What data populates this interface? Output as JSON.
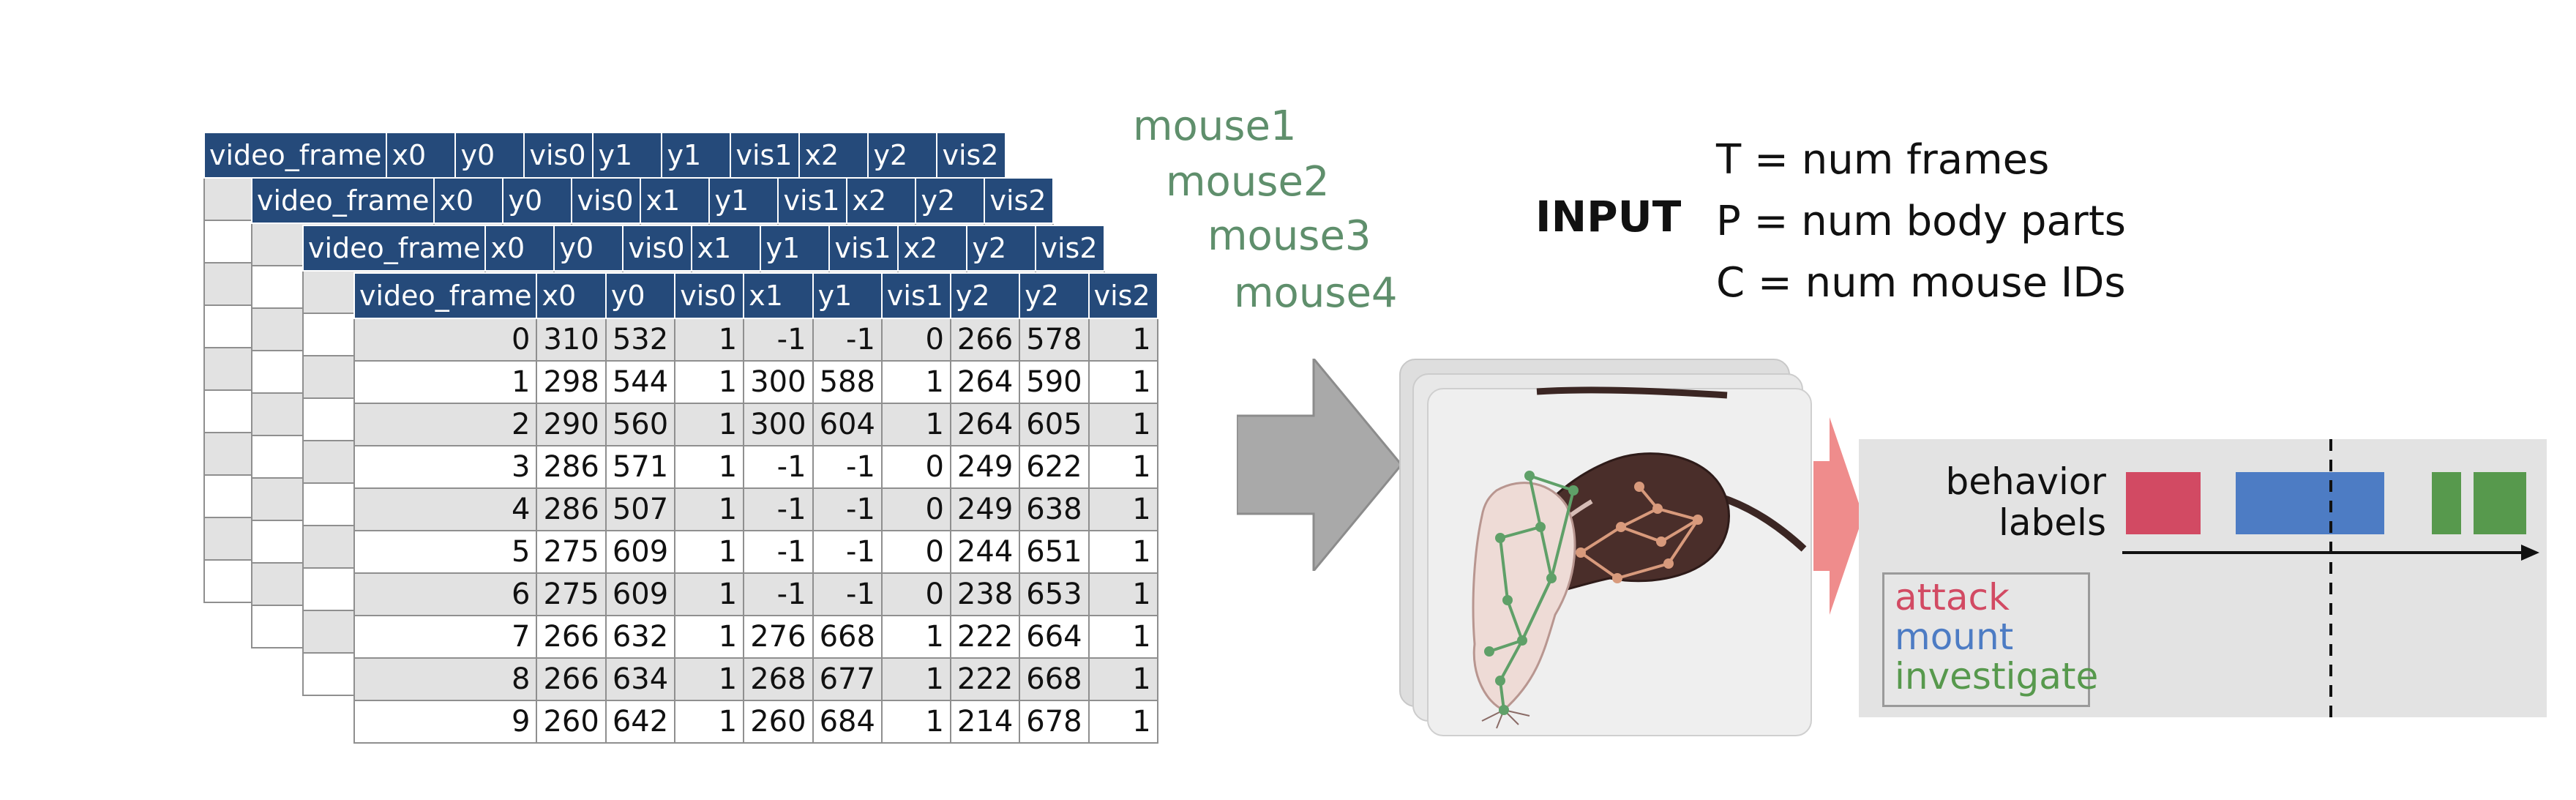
{
  "mouse_labels": [
    "mouse1",
    "mouse2",
    "mouse3",
    "mouse4"
  ],
  "tables": [
    {
      "columns": [
        "video_frame",
        "x0",
        "y0",
        "vis0",
        "y1",
        "y1",
        "vis1",
        "x2",
        "y2",
        "vis2"
      ]
    },
    {
      "columns": [
        "video_frame",
        "x0",
        "y0",
        "vis0",
        "x1",
        "y1",
        "vis1",
        "x2",
        "y2",
        "vis2"
      ]
    },
    {
      "columns": [
        "video_frame",
        "x0",
        "y0",
        "vis0",
        "x1",
        "y1",
        "vis1",
        "x2",
        "y2",
        "vis2"
      ]
    },
    {
      "columns": [
        "video_frame",
        "x0",
        "y0",
        "vis0",
        "x1",
        "y1",
        "vis1",
        "y2",
        "y2",
        "vis2"
      ],
      "rows": [
        [
          "0",
          "310",
          "532",
          "1",
          "-1",
          "-1",
          "0",
          "266",
          "578",
          "1"
        ],
        [
          "1",
          "298",
          "544",
          "1",
          "300",
          "588",
          "1",
          "264",
          "590",
          "1"
        ],
        [
          "2",
          "290",
          "560",
          "1",
          "300",
          "604",
          "1",
          "264",
          "605",
          "1"
        ],
        [
          "3",
          "286",
          "571",
          "1",
          "-1",
          "-1",
          "0",
          "249",
          "622",
          "1"
        ],
        [
          "4",
          "286",
          "507",
          "1",
          "-1",
          "-1",
          "0",
          "249",
          "638",
          "1"
        ],
        [
          "5",
          "275",
          "609",
          "1",
          "-1",
          "-1",
          "0",
          "244",
          "651",
          "1"
        ],
        [
          "6",
          "275",
          "609",
          "1",
          "-1",
          "-1",
          "0",
          "238",
          "653",
          "1"
        ],
        [
          "7",
          "266",
          "632",
          "1",
          "276",
          "668",
          "1",
          "222",
          "664",
          "1"
        ],
        [
          "8",
          "266",
          "634",
          "1",
          "268",
          "677",
          "1",
          "222",
          "668",
          "1"
        ],
        [
          "9",
          "260",
          "642",
          "1",
          "260",
          "684",
          "1",
          "214",
          "678",
          "1"
        ]
      ]
    }
  ],
  "input": {
    "title": "INPUT",
    "lines": [
      "T = num frames",
      "P = num body parts",
      "C = num mouse IDs"
    ]
  },
  "output": {
    "behavior_label": "behavior labels",
    "legend": [
      {
        "name": "attack",
        "color": "#d24a63"
      },
      {
        "name": "mount",
        "color": "#4d7cc4"
      },
      {
        "name": "investigate",
        "color": "#57994d"
      }
    ],
    "segments": [
      {
        "behavior": "attack"
      },
      {
        "behavior": "mount"
      },
      {
        "behavior": "investigate"
      },
      {
        "behavior": "investigate"
      }
    ]
  },
  "colors": {
    "table_header": "#254a7a",
    "row_alt": "#e2e2e2",
    "mouse_label": "#5f8f6c",
    "gray_arrow": "#a9a9a9",
    "red_arrow": "#ef8c8c",
    "panel": "#e3e3e3",
    "black_mouse": "#4a2e2a",
    "white_mouse": "#eedbd6",
    "pose_orange": "#d89a7c",
    "pose_green": "#5fa068"
  }
}
